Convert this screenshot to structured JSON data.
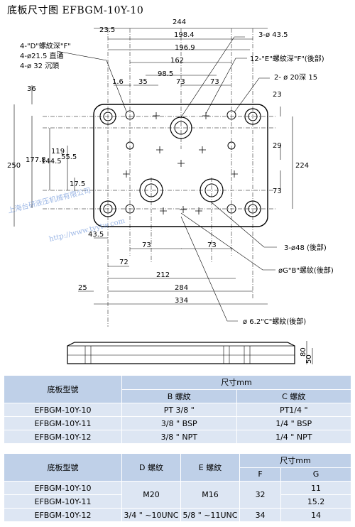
{
  "title": "底板尺寸图 EFBGM-10Y-10",
  "drawing": {
    "dims_top": [
      "23.5",
      "244",
      "198.4",
      "196.9",
      "162",
      "98.5",
      "1.6",
      "35",
      "73",
      "73"
    ],
    "dims_left": [
      "36",
      "250",
      "177.8",
      "144.5",
      "119",
      "55.5",
      "17.5"
    ],
    "dims_right": [
      "23",
      "29",
      "224",
      "73"
    ],
    "dims_bottom": [
      "43.5",
      "73",
      "73",
      "72",
      "212",
      "25",
      "284",
      "334"
    ],
    "side_dims": [
      "80",
      "50"
    ],
    "callouts": {
      "d_thread": "4-\"D\"螺紋深\"F\"",
      "through_hole": "4-ø21.5 直通",
      "counterbore": "4-ø 32 沉頭",
      "hole_43": "3-ø 43.5",
      "e_thread": "12-\"E\"螺紋深\"F\"(後部)",
      "hole_20": "2- ø 20深 15",
      "hole_48": "3-ø48 (後部)",
      "b_thread": "øG\"B\"螺紋(後部)",
      "c_thread": "ø 6.2\"C\"螺紋(後部)"
    },
    "watermark": {
      "company": "上海台研液压机械有限公司",
      "url": "http://www.tyytw.com"
    }
  },
  "table1": {
    "model_header": "底板型號",
    "size_header": "尺寸mm",
    "b_header": "B 螺紋",
    "c_header": "C 螺紋",
    "rows": [
      {
        "model": "EFBGM-10Y-10",
        "b": "PT 3/8 \"",
        "c": "PT1/4 \""
      },
      {
        "model": "EFBGM-10Y-11",
        "b": "3/8 \" BSP",
        "c": "1/4 \" BSP"
      },
      {
        "model": "EFBGM-10Y-12",
        "b": "3/8 \" NPT",
        "c": "1/4 \" NPT"
      }
    ]
  },
  "table2": {
    "model_header": "底板型號",
    "d_header": "D 螺紋",
    "e_header": "E 螺紋",
    "size_header": "尺寸mm",
    "f_header": "F",
    "g_header": "G",
    "rows": [
      {
        "model": "EFBGM-10Y-10",
        "g": "11"
      },
      {
        "model": "EFBGM-10Y-11",
        "g": "15.2"
      },
      {
        "model": "EFBGM-10Y-12",
        "d": "3/4 \" ~10UNC",
        "e": "5/8 \" ~11UNC",
        "f": "34",
        "g": "14"
      }
    ],
    "merged_d": "M20",
    "merged_e": "M16",
    "merged_f": "32"
  }
}
